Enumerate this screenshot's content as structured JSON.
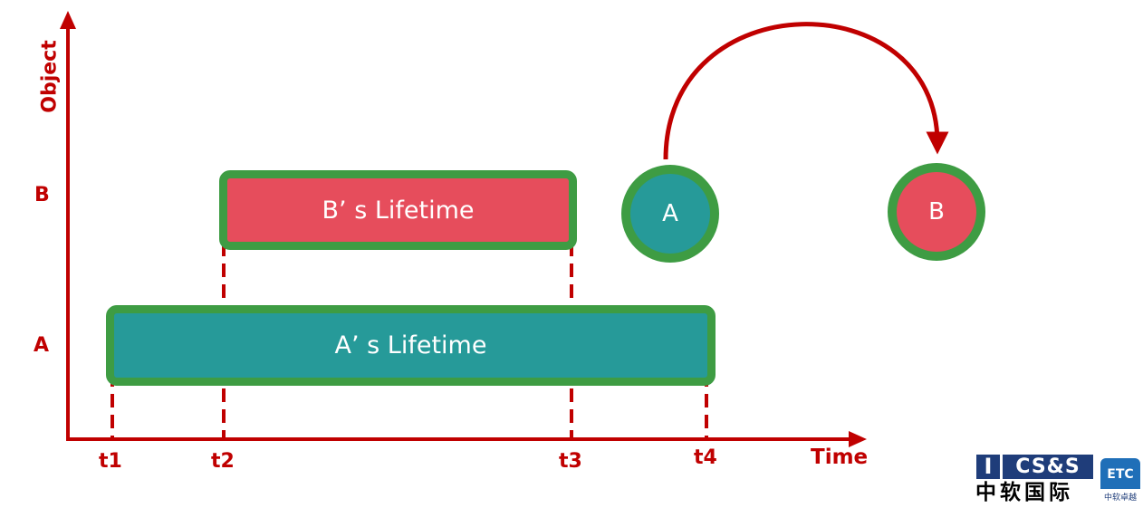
{
  "axes": {
    "y_label": "Object",
    "x_label": "Time",
    "y_ticks": [
      "B",
      "A"
    ],
    "x_ticks": [
      "t1",
      "t2",
      "t3",
      "t4"
    ]
  },
  "lifetimes": [
    {
      "object": "B",
      "label": "B’ s Lifetime",
      "start": "t2",
      "end": "t3",
      "fill": "#e64d5c"
    },
    {
      "object": "A",
      "label": "A’ s Lifetime",
      "start": "t1",
      "end": "t4",
      "fill": "#269a99"
    }
  ],
  "transition": {
    "from": {
      "label": "A",
      "fill": "#269a99"
    },
    "to": {
      "label": "B",
      "fill": "#e64d5c"
    }
  },
  "colors": {
    "accent": "#c00000",
    "border": "#3e9c43"
  },
  "logo": {
    "line1_icon": "I",
    "line1_text": "CS&S",
    "line2_text": "中软国际",
    "badge_text": "ETC",
    "badge_sub": "中软卓越"
  }
}
